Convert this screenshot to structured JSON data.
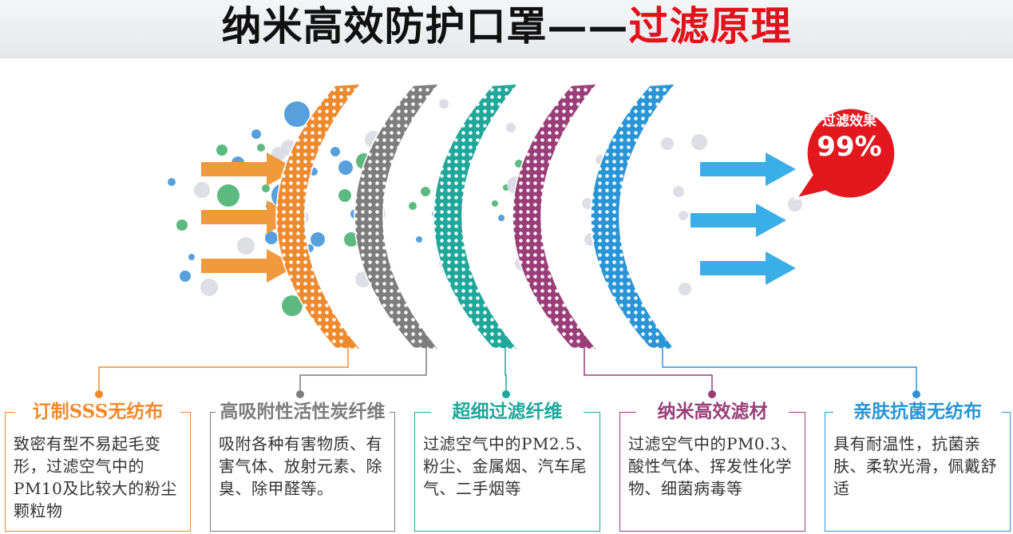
{
  "title": {
    "main": "纳米高效防护口罩——",
    "highlight": "过滤原理"
  },
  "badge": {
    "label": "过滤效果",
    "value": "99%"
  },
  "layers": [
    {
      "name": "订制SSS无纺布",
      "description": "致密有型不易起毛变形，过滤空气中的PM10及比较大的粉尘颗粒物",
      "color": "#ee8a2e"
    },
    {
      "name": "高吸附性活性炭纤维",
      "description": "吸附各种有害物质、有害气体、放射元素、除臭、除甲醛等。",
      "color": "#7d7d7d"
    },
    {
      "name": "超细过滤纤维",
      "description": "过滤空气中的PM2.5、粉尘、金属烟、汽车尾气、二手烟等",
      "color": "#1fa79a"
    },
    {
      "name": "纳米高效滤材",
      "description": "过滤空气中的PM0.3、酸性气体、挥发性化学物、细菌病毒等",
      "color": "#9a3e78"
    },
    {
      "name": "亲肤抗菌无纺布",
      "description": "具有耐温性，抗菌亲肤、柔软光滑，佩戴舒适",
      "color": "#2a95d6"
    }
  ],
  "colors": {
    "arrow_in": "#f09a3e",
    "arrow_out": "#3aaee6",
    "badge": "#e3181f",
    "title_highlight": "#e1121b"
  }
}
